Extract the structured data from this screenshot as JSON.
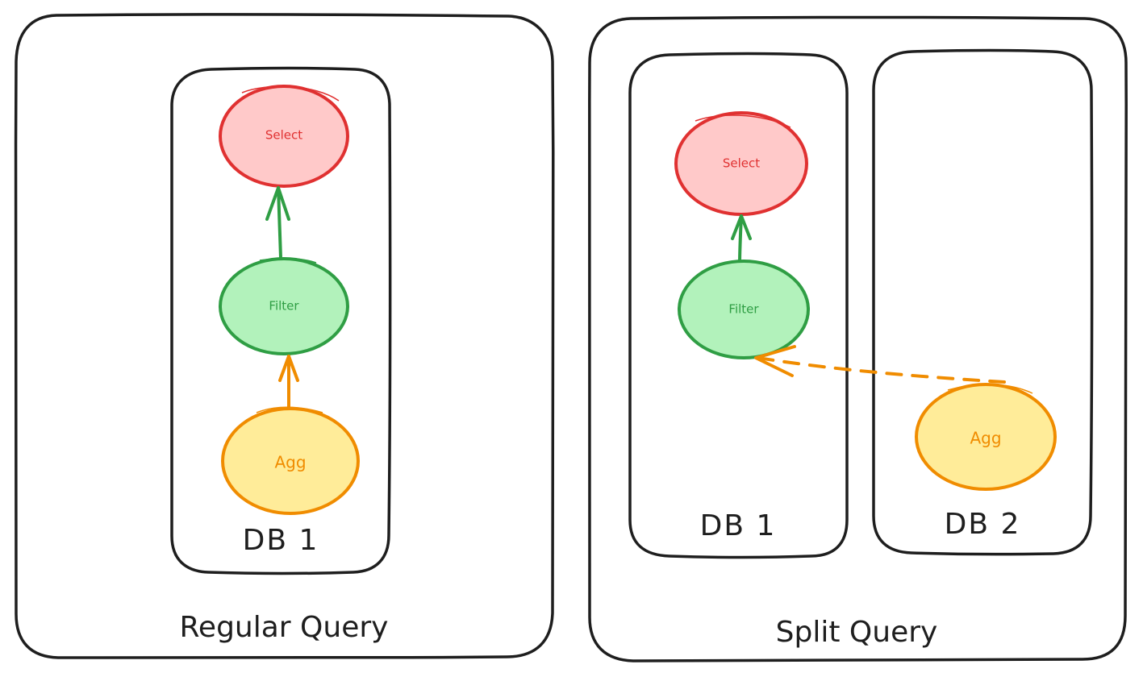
{
  "colors": {
    "stroke": "#1e1e1e",
    "select_stroke": "#e03131",
    "select_fill": "#ffc9c9",
    "filter_stroke": "#2f9e44",
    "filter_fill": "#b2f2bb",
    "agg_stroke": "#f08c00",
    "agg_fill": "#ffec99"
  },
  "panels": [
    {
      "label": "Regular Query",
      "databases": [
        {
          "label": "DB 1"
        }
      ],
      "nodes": {
        "select": "Select",
        "filter": "Filter",
        "agg": "Agg"
      }
    },
    {
      "label": "Split Query",
      "databases": [
        {
          "label": "DB 1"
        },
        {
          "label": "DB 2"
        }
      ],
      "nodes": {
        "select": "Select",
        "filter": "Filter",
        "agg": "Agg"
      }
    }
  ]
}
